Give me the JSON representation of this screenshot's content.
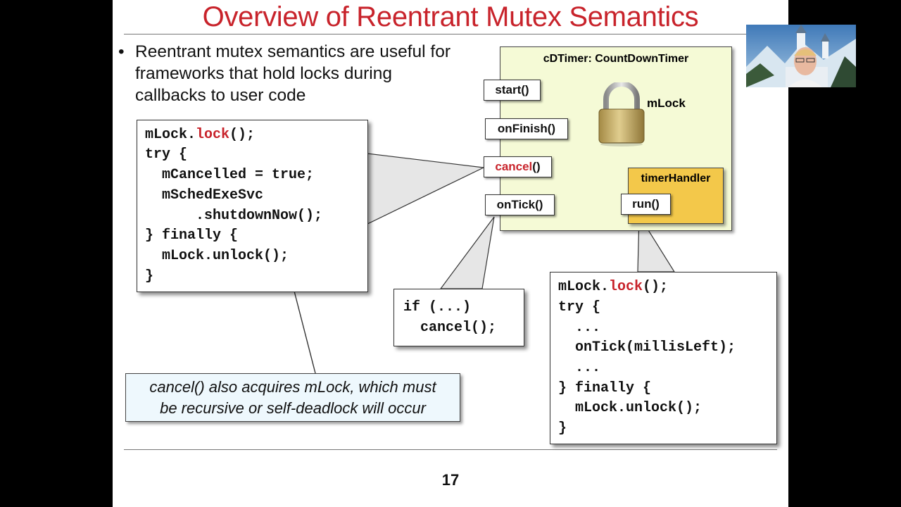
{
  "slide": {
    "title": "Overview of Reentrant Mutex Semantics",
    "bullet": {
      "marker": "•",
      "text": "Reentrant mutex semantics are useful for frameworks that hold locks during callbacks to user code"
    },
    "cancel_code": {
      "l1a": "mLock.",
      "l1b": "lock",
      "l1c": "();",
      "l2": "try {",
      "l3": "  mCancelled = true;",
      "l4": "  mSchedExeSvc",
      "l5": "      .shutdownNow();",
      "l6": "} finally {",
      "l7": "  mLock.unlock();",
      "l8": "}"
    },
    "timer": {
      "title": "cDTimer: CountDownTimer",
      "lock_label": "mLock",
      "methods": {
        "start": "start()",
        "onfinish": "onFinish()",
        "cancel_name": "cancel",
        "cancel_parens": "()",
        "ontick": "onTick()"
      },
      "handler": {
        "title": "timerHandler",
        "run": "run()"
      }
    },
    "ontick_code": {
      "l1": "if (...)",
      "l2": "  cancel();"
    },
    "run_code": {
      "l1a": "mLock.",
      "l1b": "lock",
      "l1c": "();",
      "l2": "try {",
      "l3": "  ...",
      "l4": "  onTick(millisLeft);",
      "l5": "  ...",
      "l6": "} finally {",
      "l7": "  mLock.unlock();",
      "l8": "}"
    },
    "note": {
      "line1": "cancel() also acquires mLock, which must",
      "line2": "be recursive or self-deadlock will occur"
    },
    "page_number": "17"
  },
  "colors": {
    "title_red": "#c8232b",
    "timer_bg": "#f5fad6",
    "handler_bg": "#f3c84a",
    "note_bg": "#eef8fd"
  },
  "icons": {
    "lock": "padlock-icon",
    "webcam": "presenter-webcam"
  }
}
